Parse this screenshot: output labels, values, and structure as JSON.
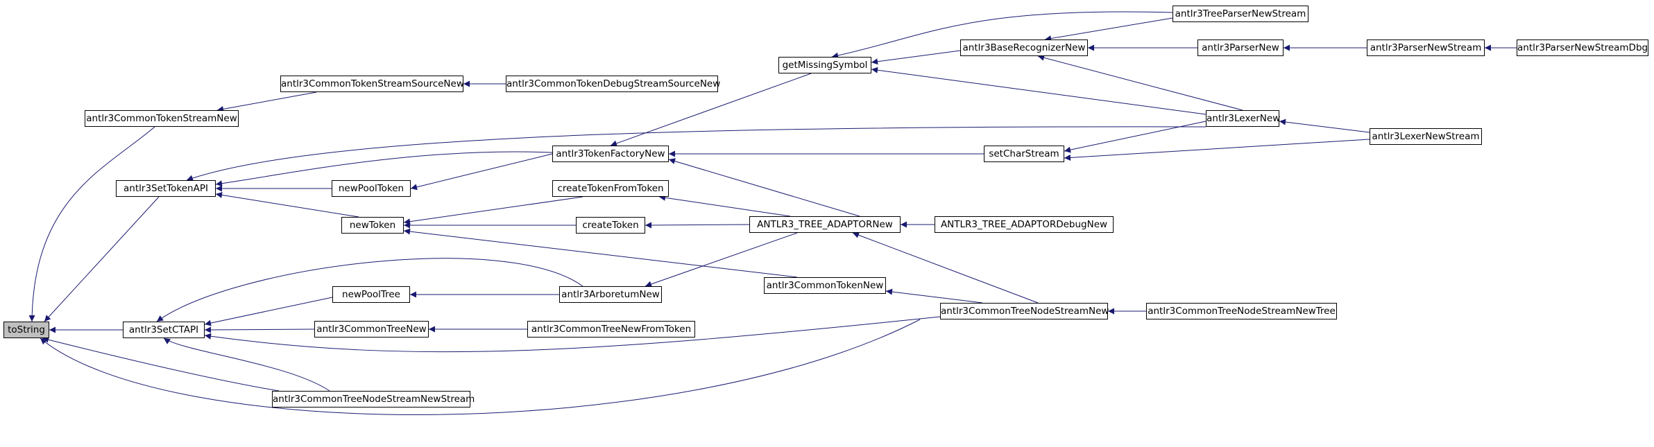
{
  "colors": {
    "edge": "#191970",
    "node_border": "#000000",
    "node_fill": "#ffffff",
    "root_fill": "#bfbfbf"
  },
  "nodes": {
    "toString": "toString",
    "streamNew": "antlr3CommonTokenStreamNew",
    "streamSourceNew": "antlr3CommonTokenStreamSourceNew",
    "debugSourceNew": "antlr3CommonTokenDebugStreamSourceNew",
    "setTokenAPI": "antlr3SetTokenAPI",
    "setCTAPI": "antlr3SetCTAPI",
    "nodeStreamNewStream": "antlr3CommonTreeNodeStreamNewStream",
    "newPoolToken": "newPoolToken",
    "newToken": "newToken",
    "newPoolTree": "newPoolTree",
    "treeNew": "antlr3CommonTreeNew",
    "treeNewFromToken": "antlr3CommonTreeNewFromToken",
    "tokenFactoryNew": "antlr3TokenFactoryNew",
    "createTokenFromToken": "createTokenFromToken",
    "createToken": "createToken",
    "arboretumNew": "antlr3ArboretumNew",
    "getMissingSymbol": "getMissingSymbol",
    "adaptorNew": "ANTLR3_TREE_ADAPTORNew",
    "adaptorDebugNew": "ANTLR3_TREE_ADAPTORDebugNew",
    "commonTokenNew": "antlr3CommonTokenNew",
    "nodeStreamNew": "antlr3CommonTreeNodeStreamNew",
    "nodeStreamNewTree": "antlr3CommonTreeNodeStreamNewTree",
    "baseRecognizerNew": "antlr3BaseRecognizerNew",
    "treeParserNewStream": "antlr3TreeParserNewStream",
    "setCharStream": "setCharStream",
    "parserNew": "antlr3ParserNew",
    "lexerNew": "antlr3LexerNew",
    "parserNewStream": "antlr3ParserNewStream",
    "lexerNewStream": "antlr3LexerNewStream",
    "parserNewStreamDbg": "antlr3ParserNewStreamDbg"
  },
  "edges": [
    [
      "streamNew",
      "toString"
    ],
    [
      "setTokenAPI",
      "toString"
    ],
    [
      "setCTAPI",
      "toString"
    ],
    [
      "nodeStreamNewStream",
      "toString"
    ],
    [
      "nodeStreamNew",
      "toString"
    ],
    [
      "streamSourceNew",
      "streamNew"
    ],
    [
      "debugSourceNew",
      "streamSourceNew"
    ],
    [
      "tokenFactoryNew",
      "setTokenAPI"
    ],
    [
      "newPoolToken",
      "setTokenAPI"
    ],
    [
      "newToken",
      "setTokenAPI"
    ],
    [
      "lexerNew",
      "setTokenAPI"
    ],
    [
      "tokenFactoryNew",
      "newPoolToken"
    ],
    [
      "createTokenFromToken",
      "newToken"
    ],
    [
      "createToken",
      "newToken"
    ],
    [
      "commonTokenNew",
      "newToken"
    ],
    [
      "arboretumNew",
      "setCTAPI"
    ],
    [
      "newPoolTree",
      "setCTAPI"
    ],
    [
      "treeNew",
      "setCTAPI"
    ],
    [
      "nodeStreamNewStream",
      "setCTAPI"
    ],
    [
      "nodeStreamNew",
      "setCTAPI"
    ],
    [
      "arboretumNew",
      "newPoolTree"
    ],
    [
      "treeNewFromToken",
      "treeNew"
    ],
    [
      "getMissingSymbol",
      "tokenFactoryNew"
    ],
    [
      "setCharStream",
      "tokenFactoryNew"
    ],
    [
      "adaptorNew",
      "tokenFactoryNew"
    ],
    [
      "adaptorNew",
      "createTokenFromToken"
    ],
    [
      "adaptorNew",
      "createToken"
    ],
    [
      "adaptorNew",
      "arboretumNew"
    ],
    [
      "adaptorDebugNew",
      "adaptorNew"
    ],
    [
      "nodeStreamNew",
      "adaptorNew"
    ],
    [
      "nodeStreamNew",
      "commonTokenNew"
    ],
    [
      "nodeStreamNewTree",
      "nodeStreamNew"
    ],
    [
      "baseRecognizerNew",
      "getMissingSymbol"
    ],
    [
      "treeParserNewStream",
      "getMissingSymbol"
    ],
    [
      "lexerNew",
      "getMissingSymbol"
    ],
    [
      "treeParserNewStream",
      "baseRecognizerNew"
    ],
    [
      "parserNew",
      "baseRecognizerNew"
    ],
    [
      "lexerNew",
      "baseRecognizerNew"
    ],
    [
      "parserNewStream",
      "parserNew"
    ],
    [
      "parserNewStreamDbg",
      "parserNewStream"
    ],
    [
      "lexerNew",
      "setCharStream"
    ],
    [
      "lexerNewStream",
      "setCharStream"
    ],
    [
      "lexerNewStream",
      "lexerNew"
    ]
  ]
}
